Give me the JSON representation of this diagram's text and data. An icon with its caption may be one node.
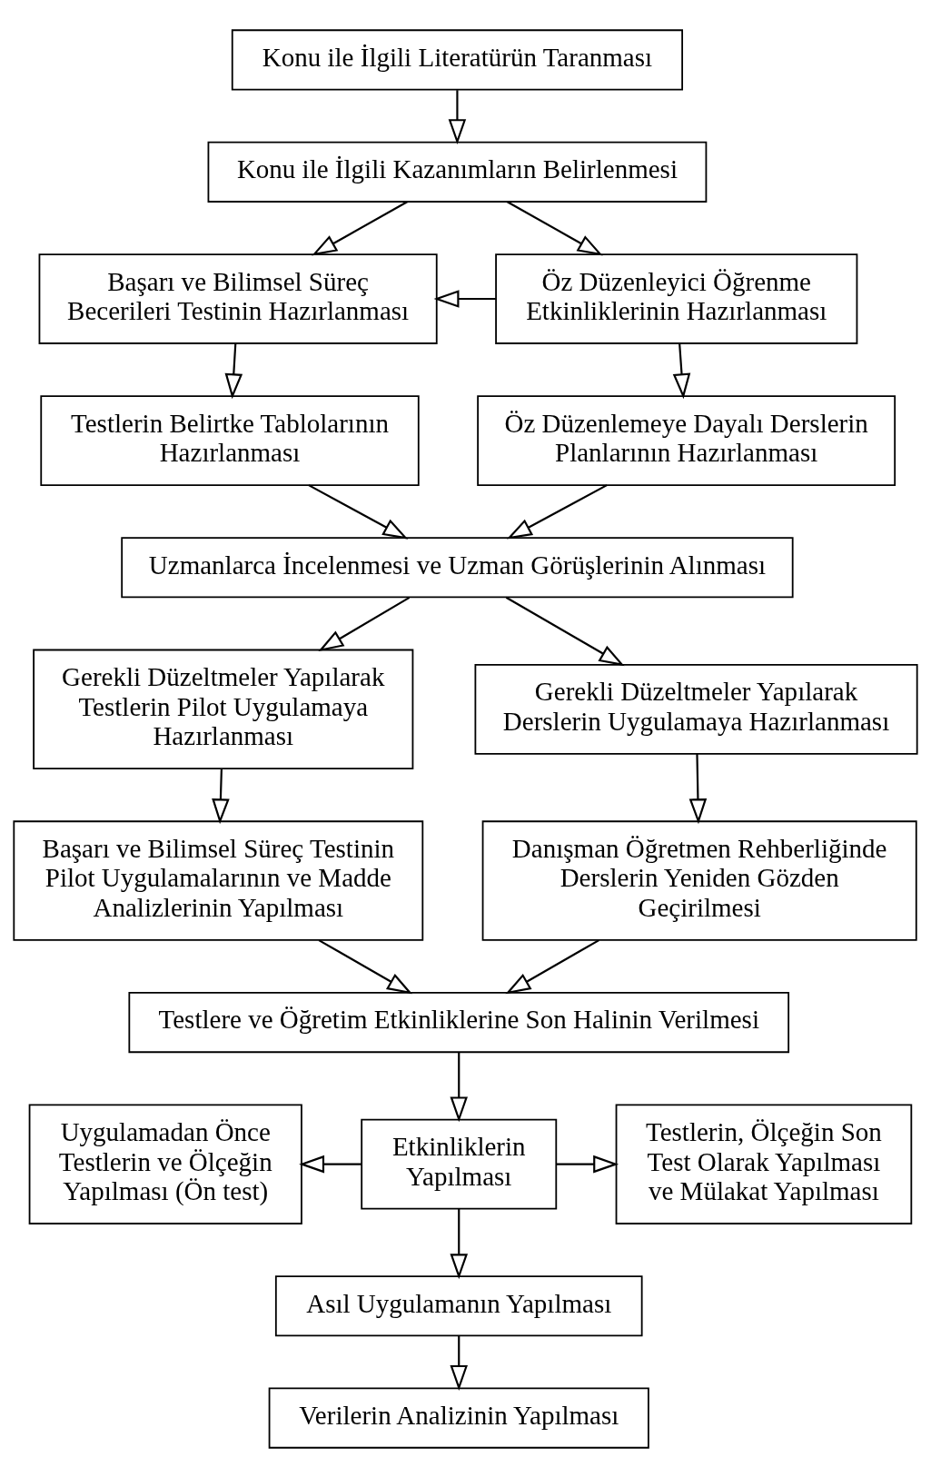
{
  "diagram": {
    "nodes": [
      {
        "text": [
          "Konu ile İlgili Literatürün Taranması"
        ]
      },
      {
        "text": [
          "Konu ile İlgili Kazanımların Belirlenmesi"
        ]
      },
      {
        "text": [
          "Başarı ve Bilimsel Süreç Becerileri Testinin Hazırlanması"
        ]
      },
      {
        "text": [
          "Öz Düzenleyici Öğrenme Etkinliklerinin Hazırlanması"
        ]
      },
      {
        "text": [
          "Testlerin Belirtke Tablolarının Hazırlanması"
        ]
      },
      {
        "text": [
          "Öz Düzenlemeye Dayalı Derslerin Planlarının Hazırlanması"
        ]
      },
      {
        "text": [
          "Uzmanlarca İncelenmesi ve Uzman Görüşlerinin Alınması"
        ]
      },
      {
        "text": [
          "Gerekli Düzeltmeler Yapılarak Testlerin Pilot Uygulamaya Hazırlanması"
        ]
      },
      {
        "text": [
          "Gerekli Düzeltmeler Yapılarak Derslerin Uygulamaya Hazırlanması"
        ]
      },
      {
        "text": [
          "Başarı ve Bilimsel Süreç Testinin Pilot Uygulamalarının ve Madde Analizlerinin Yapılması"
        ]
      },
      {
        "text": [
          "Danışman Öğretmen Rehberliğinde Derslerin Yeniden Gözden Geçirilmesi"
        ]
      },
      {
        "text": [
          "Testlere ve Öğretim Etkinliklerine Son Halinin Verilmesi"
        ]
      },
      {
        "text": [
          "Uygulamadan Önce Testlerin ve Ölçeğin Yapılması (Ön test)"
        ]
      },
      {
        "text": [
          "Etkinliklerin Yapılması"
        ]
      },
      {
        "text": [
          "Testlerin, Ölçeğin Son Test Olarak Yapılması ve Mülakat Yapılması"
        ]
      },
      {
        "text": [
          "Asıl Uygulamanın Yapılması"
        ]
      },
      {
        "text": [
          "Verilerin Analizinin Yapılması"
        ]
      }
    ],
    "edges": [
      {
        "from": 0,
        "to": 1,
        "arrow": "to"
      },
      {
        "from": 1,
        "to": 2,
        "arrow": "to"
      },
      {
        "from": 1,
        "to": 3,
        "arrow": "to"
      },
      {
        "from": 3,
        "to": 2,
        "arrow": "to"
      },
      {
        "from": 2,
        "to": 4,
        "arrow": "to"
      },
      {
        "from": 3,
        "to": 5,
        "arrow": "to"
      },
      {
        "from": 4,
        "to": 6,
        "arrow": "to"
      },
      {
        "from": 5,
        "to": 6,
        "arrow": "to"
      },
      {
        "from": 6,
        "to": 7,
        "arrow": "to"
      },
      {
        "from": 6,
        "to": 8,
        "arrow": "to"
      },
      {
        "from": 7,
        "to": 9,
        "arrow": "to"
      },
      {
        "from": 8,
        "to": 10,
        "arrow": "to"
      },
      {
        "from": 9,
        "to": 11,
        "arrow": "to"
      },
      {
        "from": 10,
        "to": 11,
        "arrow": "to"
      },
      {
        "from": 11,
        "to": 13,
        "arrow": "to"
      },
      {
        "from": 13,
        "to": 12,
        "arrow": "to"
      },
      {
        "from": 13,
        "to": 14,
        "arrow": "to"
      },
      {
        "from": 13,
        "to": 15,
        "arrow": "to"
      },
      {
        "from": 15,
        "to": 16,
        "arrow": "to"
      }
    ]
  }
}
